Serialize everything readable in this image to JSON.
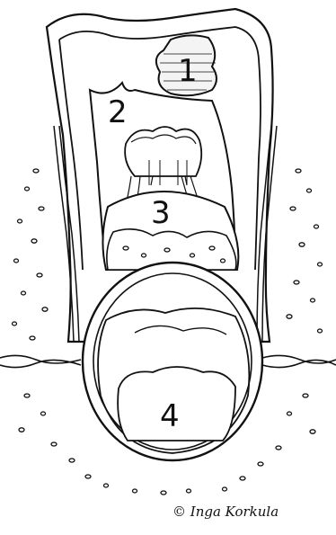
{
  "labels": {
    "l1": "1",
    "l2": "2",
    "l3": "3",
    "l4": "4"
  },
  "credit": "© Inga Korkula",
  "colors": {
    "line": "#111111",
    "background": "#ffffff",
    "dark_spot": "#222222"
  }
}
